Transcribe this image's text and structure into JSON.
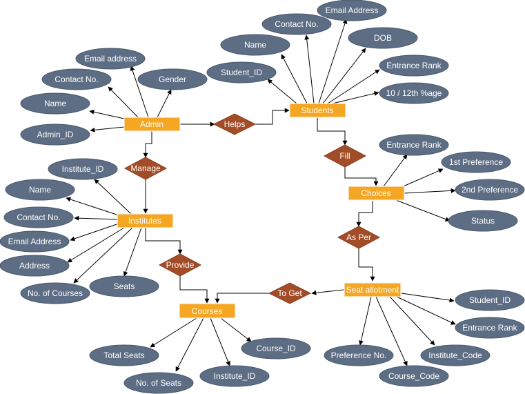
{
  "colors": {
    "entity": "#f5a623",
    "attribute": "#5d6d84",
    "relationship": "#a34d28",
    "line": "#000000"
  },
  "entities": {
    "admin": "Admin",
    "students": "Students",
    "institutes": "Institutes",
    "choices": "Choices",
    "seat_allotment": "Seat allotment",
    "courses": "Courses"
  },
  "relationships": {
    "helps": "Helps",
    "fill": "Fill",
    "manage": "Manage",
    "as_per": "As Per",
    "provide": "Provide",
    "to_get": "To Get"
  },
  "attributes": {
    "admin": {
      "email": "Email address",
      "contact": "Contact No.",
      "gender": "Gender",
      "name": "Name",
      "id": "Admin_ID"
    },
    "students": {
      "email": "Email Address",
      "contact": "Contact No.",
      "name": "Name",
      "dob": "DOB",
      "id": "Student_ID",
      "rank": "Entrance Rank",
      "percent": "10 / 12th %age"
    },
    "choices": {
      "rank": "Entrance Rank",
      "pref1": "1st Preference",
      "pref2": "2nd Preference",
      "status": "Status"
    },
    "institutes": {
      "id": "Institute_ID",
      "name": "Name",
      "contact": "Contact No.",
      "email": "Email Address",
      "address": "Address",
      "courses": "No. of Courses",
      "seats": "Seats"
    },
    "seat_allotment": {
      "student_id": "Student_ID",
      "rank": "Entrance Rank",
      "institute_code": "Institute_Code",
      "course_code": "Course_Code",
      "pref_no": "Preference No."
    },
    "courses": {
      "id": "Course_ID",
      "institute_id": "Institute_ID",
      "seats_count": "No. of Seats",
      "total_seats": "Total Seats"
    }
  }
}
